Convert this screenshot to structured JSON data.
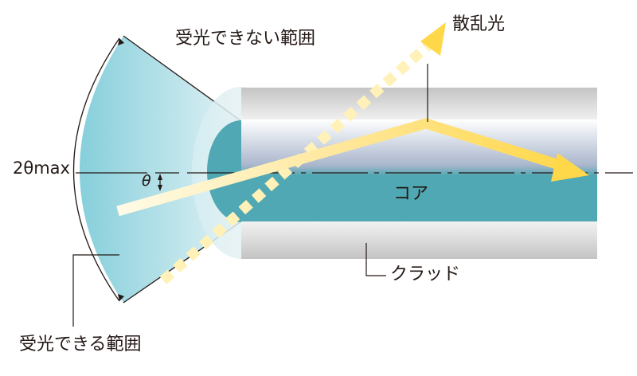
{
  "labels": {
    "scattered_light": "散乱光",
    "non_acceptance_range": "受光できない範囲",
    "two_theta_max": "2θmax",
    "theta": "θ",
    "core": "コア",
    "cladding": "クラッド",
    "acceptance_range": "受光できる範囲"
  },
  "colors": {
    "core": "#4fa8b3",
    "acceptance_cone": "#86cfdb",
    "cladding": "#c8c8c8",
    "ray": "#ffd84a"
  }
}
